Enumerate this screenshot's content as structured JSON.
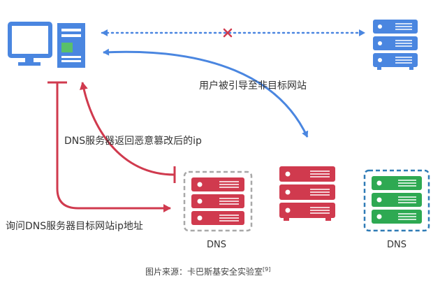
{
  "labels": {
    "redirect": "用户被引导至非目标网站",
    "tampered_reply": "DNS服务器返回恶意篡改后的ip",
    "query": "询问DNS服务器目标网站ip地址",
    "dns_local": "DNS",
    "dns_legit": "DNS",
    "caption": "图片来源：卡巴斯基安全实验室",
    "caption_ref": "[9]"
  },
  "icons": {
    "client": "desktop-computer-icon",
    "target_server": "server-icon",
    "dns_server": "server-icon",
    "malicious_server": "server-icon",
    "legit_dns_server": "server-icon",
    "blocked": "cross-mark-icon"
  },
  "colors": {
    "blue": "#4a86e0",
    "red": "#d03a4e",
    "green": "#2ea952",
    "border_gray": "#a8a8a8",
    "border_blue": "#2f7bb6"
  }
}
